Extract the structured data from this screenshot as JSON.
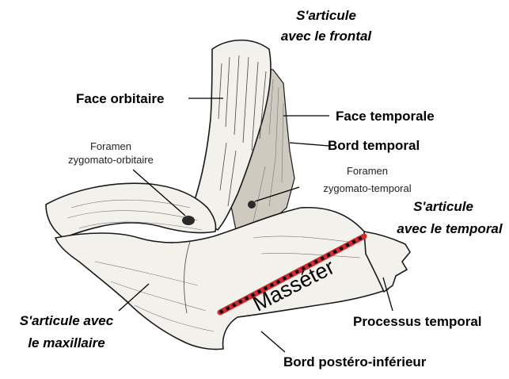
{
  "labels": {
    "frontal_line1": "S'articule",
    "frontal_line2": "avec le frontal",
    "face_orbitaire": "Face orbitaire",
    "face_temporale": "Face temporale",
    "bord_temporal": "Bord temporal",
    "foramen_zo_line1": "Foramen",
    "foramen_zo_line2": "zygomato-orbitaire",
    "foramen_zt_line1": "Foramen",
    "foramen_zt_line2": "zygomato-temporal",
    "temporal_line1": "S'articule",
    "temporal_line2": "avec le temporal",
    "masseter": "Masséter",
    "maxillaire_line1": "S'articule avec",
    "maxillaire_line2": "le maxillaire",
    "processus_temporal": "Processus temporal",
    "bord_postero_inferieur": "Bord postéro-inférieur"
  },
  "colors": {
    "masseter_line": "#d42a2a",
    "masseter_dots": "#000000",
    "bone_fill": "#f3f1ec",
    "ink": "#1a1a1a"
  }
}
